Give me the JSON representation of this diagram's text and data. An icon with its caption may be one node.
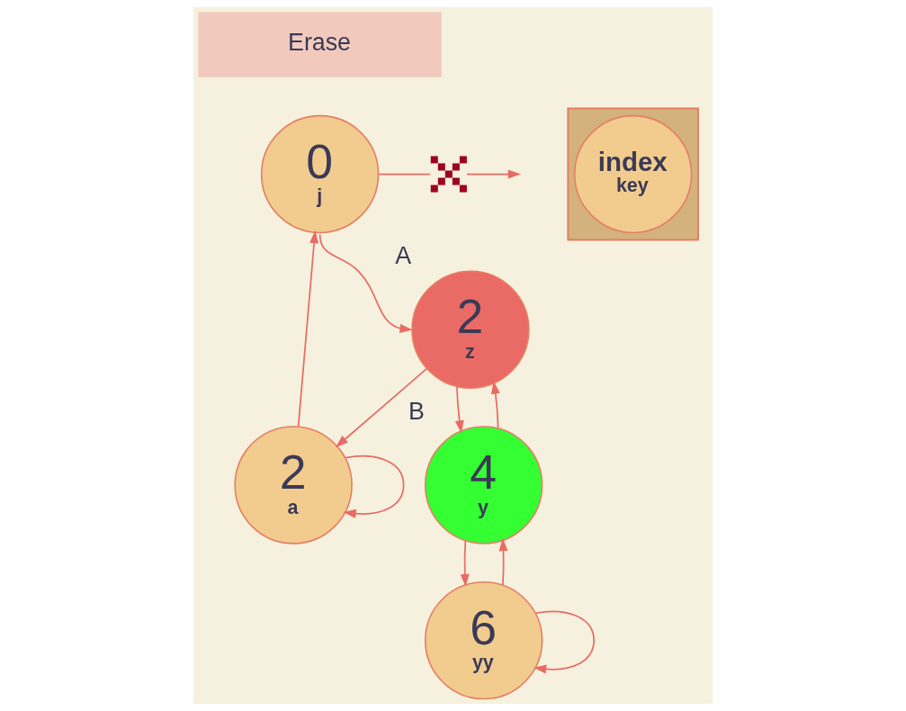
{
  "diagram": {
    "nodes": [
      {
        "text": [
          "Erase"
        ]
      },
      {
        "text": [],
        "shape": "box"
      },
      {
        "text": [
          "index",
          "key"
        ],
        "in": 1
      },
      {
        "text": [
          "0",
          "j"
        ]
      },
      {
        "text": [],
        "shape": "cross"
      },
      {
        "text": [
          "2",
          "z"
        ],
        "beside": [
          "A"
        ]
      },
      {
        "text": [
          "2",
          "a"
        ]
      },
      {
        "text": [
          "4",
          "y"
        ],
        "beside": [
          "B"
        ]
      },
      {
        "text": [
          "6",
          "yy"
        ]
      }
    ],
    "edges": [
      {
        "from": 3,
        "to": 4,
        "arrow": "none"
      },
      {
        "from": 4,
        "to": null,
        "arrow": "to"
      },
      {
        "from": 3,
        "to": 5,
        "arrow": "to"
      },
      {
        "from": 5,
        "to": 6,
        "arrow": "to"
      },
      {
        "from": 5,
        "to": 7,
        "arrow": "to"
      },
      {
        "from": 7,
        "to": 5,
        "arrow": "to"
      },
      {
        "from": 6,
        "to": 6,
        "arrow": "to"
      },
      {
        "from": 6,
        "to": 3,
        "arrow": "to"
      },
      {
        "from": 7,
        "to": 8,
        "arrow": "to"
      },
      {
        "from": 8,
        "to": 7,
        "arrow": "to"
      },
      {
        "from": 8,
        "to": 8,
        "arrow": "to"
      }
    ]
  }
}
